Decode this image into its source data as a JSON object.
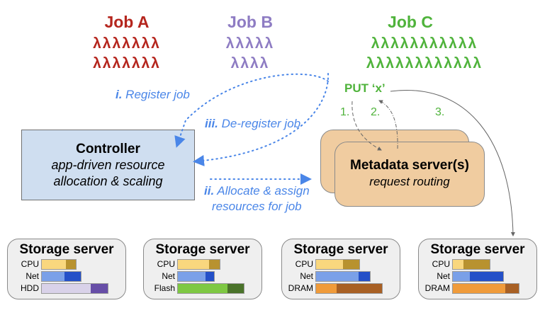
{
  "jobs": [
    {
      "name": "Job A",
      "color": "#b5261e",
      "rows": [
        "λλλλλλλ",
        "λλλλλλλ"
      ]
    },
    {
      "name": "Job B",
      "color": "#8e7cc3",
      "rows": [
        "λλλλλ",
        "λλλλ"
      ]
    },
    {
      "name": "Job C",
      "color": "#4fb33b",
      "rows": [
        "λλλλλλλλλλλ",
        "λλλλλλλλλλλλ"
      ]
    }
  ],
  "request": {
    "label": "PUT ‘x’",
    "steps": [
      "1.",
      "2.",
      "3."
    ]
  },
  "control_steps": {
    "register": {
      "num": "i.",
      "text": " Register job"
    },
    "deregister": {
      "num": "iii.",
      "text": " De-register job"
    },
    "allocate": {
      "num": "ii.",
      "text": " Allocate & assign",
      "line2": "resources for job"
    }
  },
  "controller": {
    "title": "Controller",
    "line1": "app-driven resource",
    "line2": "allocation & scaling"
  },
  "metadata": {
    "title": "Metadata server(s)",
    "subtitle": "request routing"
  },
  "storage_servers": [
    {
      "title": "Storage server",
      "resources": [
        {
          "label": "CPU",
          "used": 0.7,
          "total": 0.53,
          "light": "#f9d77e",
          "dark": "#b8922f"
        },
        {
          "label": "Net",
          "used": 0.59,
          "total": 0.6,
          "light": "#7aa0e8",
          "dark": "#2450c8"
        },
        {
          "label": "HDD",
          "used": 0.74,
          "total": 1.0,
          "light": "#d9d2e9",
          "dark": "#674ea7"
        }
      ]
    },
    {
      "title": "Storage server",
      "resources": [
        {
          "label": "CPU",
          "used": 0.74,
          "total": 0.64,
          "light": "#f9d77e",
          "dark": "#b8922f"
        },
        {
          "label": "Net",
          "used": 0.77,
          "total": 0.56,
          "light": "#7aa0e8",
          "dark": "#2450c8"
        },
        {
          "label": "Flash",
          "used": 0.75,
          "total": 1.0,
          "light": "#7ec843",
          "dark": "#4a732a"
        }
      ]
    },
    {
      "title": "Storage server",
      "resources": [
        {
          "label": "CPU",
          "used": 0.62,
          "total": 0.66,
          "light": "#f9d77e",
          "dark": "#b8922f"
        },
        {
          "label": "Net",
          "used": 0.79,
          "total": 0.82,
          "light": "#7aa0e8",
          "dark": "#2450c8"
        },
        {
          "label": "DRAM",
          "used": 0.31,
          "total": 1.0,
          "light": "#f09b3a",
          "dark": "#a86024"
        }
      ]
    },
    {
      "title": "Storage server",
      "resources": [
        {
          "label": "CPU",
          "used": 0.28,
          "total": 0.57,
          "light": "#f9d77e",
          "dark": "#b8922f"
        },
        {
          "label": "Net",
          "used": 0.34,
          "total": 0.77,
          "light": "#7aa0e8",
          "dark": "#2450c8"
        },
        {
          "label": "DRAM",
          "used": 0.8,
          "total": 1.0,
          "light": "#f09b3a",
          "dark": "#a86024"
        }
      ]
    }
  ]
}
